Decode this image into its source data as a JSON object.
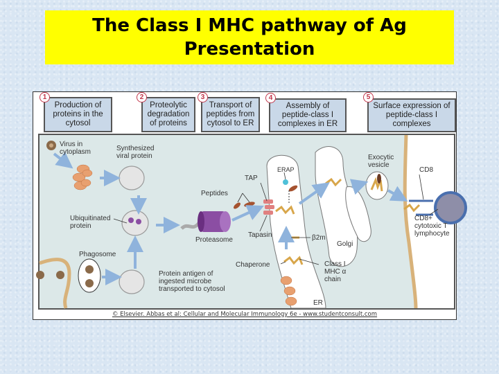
{
  "slide": {
    "title": "The Class I MHC pathway of Ag Presentation",
    "colors": {
      "title_bg": "#ffff00",
      "page_bg": "#d9e6f3",
      "step_box_bg": "#c9d8e8",
      "panel_bg": "#dce8e8",
      "step_number": "#c2354a",
      "arrow": "#8fb3dc",
      "proteasome": "#8b4ea3",
      "membrane": "#d8b27a"
    }
  },
  "steps": [
    {
      "number": "1",
      "label": "Production of proteins in the cytosol"
    },
    {
      "number": "2",
      "label": "Proteolytic degradation of proteins"
    },
    {
      "number": "3",
      "label": "Transport of peptides from cytosol to ER"
    },
    {
      "number": "4",
      "label": "Assembly of peptide-class I complexes in ER"
    },
    {
      "number": "5",
      "label": "Surface expression of peptide-class I complexes"
    }
  ],
  "labels": {
    "virus": "Virus in cytoplasm",
    "synth": "Synthesized viral protein",
    "ubiq": "Ubiquitinated protein",
    "phago": "Phagosome",
    "ingested": "Protein antigen of ingested microbe transported to cytosol",
    "peptides": "Peptides",
    "proteasome": "Proteasome",
    "tap": "TAP",
    "erap": "ERAP",
    "tapasin": "Tapasin",
    "b2m": "β2m",
    "chaperone": "Chaperone",
    "classI": "Class I MHC α chain",
    "er": "ER",
    "golgi": "Golgi",
    "exo": "Exocytic vesicle",
    "cd8": "CD8",
    "ctl": "CD8+ cytotoxic T lymphocyte"
  },
  "credit": "© Elsevier. Abbas et al: Cellular and Molecular Immunology 6e - www.studentconsult.com"
}
